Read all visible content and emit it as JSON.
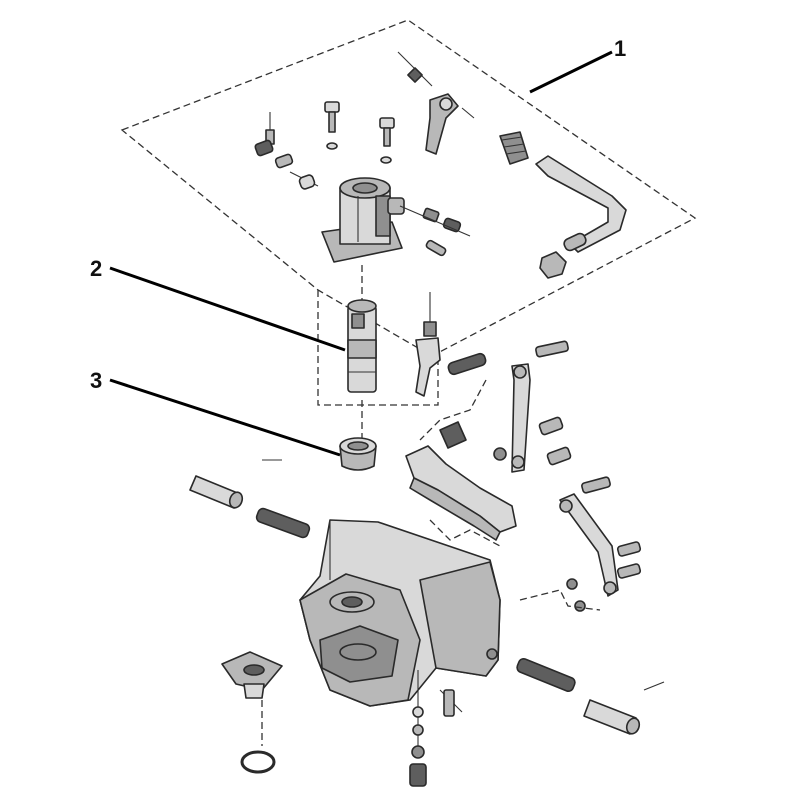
{
  "callouts": [
    {
      "id": "1",
      "label": "1"
    },
    {
      "id": "2",
      "label": "2"
    },
    {
      "id": "3",
      "label": "3"
    }
  ],
  "colors": {
    "line": "#2a2a2a",
    "light": "#d9d9d9",
    "mid": "#b8b8b8",
    "dark": "#8f8f8f",
    "darker": "#5e5e5e"
  }
}
